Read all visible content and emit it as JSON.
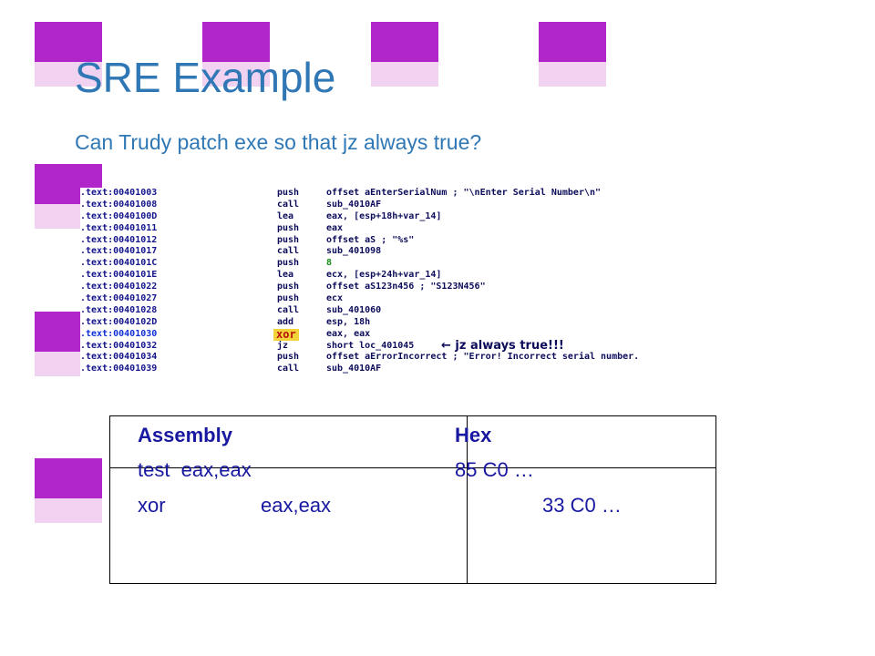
{
  "slide": {
    "title": "SRE Example",
    "subtitle": "Can Trudy patch exe so that jz always true?"
  },
  "code_listing": {
    "rows": [
      {
        "addr": ".text:00401003",
        "mn": "push",
        "op": "offset aEnterSerialNum ; \"\\nEnter Serial Number\\n\""
      },
      {
        "addr": ".text:00401008",
        "mn": "call",
        "op": "sub_4010AF"
      },
      {
        "addr": ".text:0040100D",
        "mn": "lea",
        "op": "eax, [esp+18h+var_14]"
      },
      {
        "addr": ".text:00401011",
        "mn": "push",
        "op": "eax"
      },
      {
        "addr": ".text:00401012",
        "mn": "push",
        "op": "offset aS       ; \"%s\""
      },
      {
        "addr": ".text:00401017",
        "mn": "call",
        "op": "sub_401098"
      },
      {
        "addr": ".text:0040101C",
        "mn": "push",
        "op": "8"
      },
      {
        "addr": ".text:0040101E",
        "mn": "lea",
        "op": "ecx, [esp+24h+var_14]"
      },
      {
        "addr": ".text:00401022",
        "mn": "push",
        "op": "offset aS123n456 ; \"S123N456\""
      },
      {
        "addr": ".text:00401027",
        "mn": "push",
        "op": "ecx"
      },
      {
        "addr": ".text:00401028",
        "mn": "call",
        "op": "sub_401060"
      },
      {
        "addr": ".text:0040102D",
        "mn": "add",
        "op": "esp, 18h"
      },
      {
        "addr": ".text:00401030",
        "mn": "xor",
        "op": "eax, eax"
      },
      {
        "addr": ".text:00401032",
        "mn": "jz",
        "op": "short loc_401045"
      },
      {
        "addr": ".text:00401034",
        "mn": "push",
        "op": "offset aErrorIncorrect ; \"Error! Incorrect serial number."
      },
      {
        "addr": ".text:00401039",
        "mn": "call",
        "op": "sub_4010AF"
      }
    ],
    "annotation": "← jz always true!!!"
  },
  "table": {
    "col1_header": "Assembly",
    "col2_header": "Hex",
    "row1_asm": "test  eax,eax",
    "row1_hex": "85 C0 …",
    "row2_asm_op": "xor",
    "row2_asm_args": "eax,eax",
    "row2_hex": "33 C0 …"
  },
  "colors": {
    "accent_purple": "#b026c8",
    "accent_pink": "#f1d3f1",
    "title_blue": "#2f78b5",
    "table_text": "#1818a0"
  }
}
